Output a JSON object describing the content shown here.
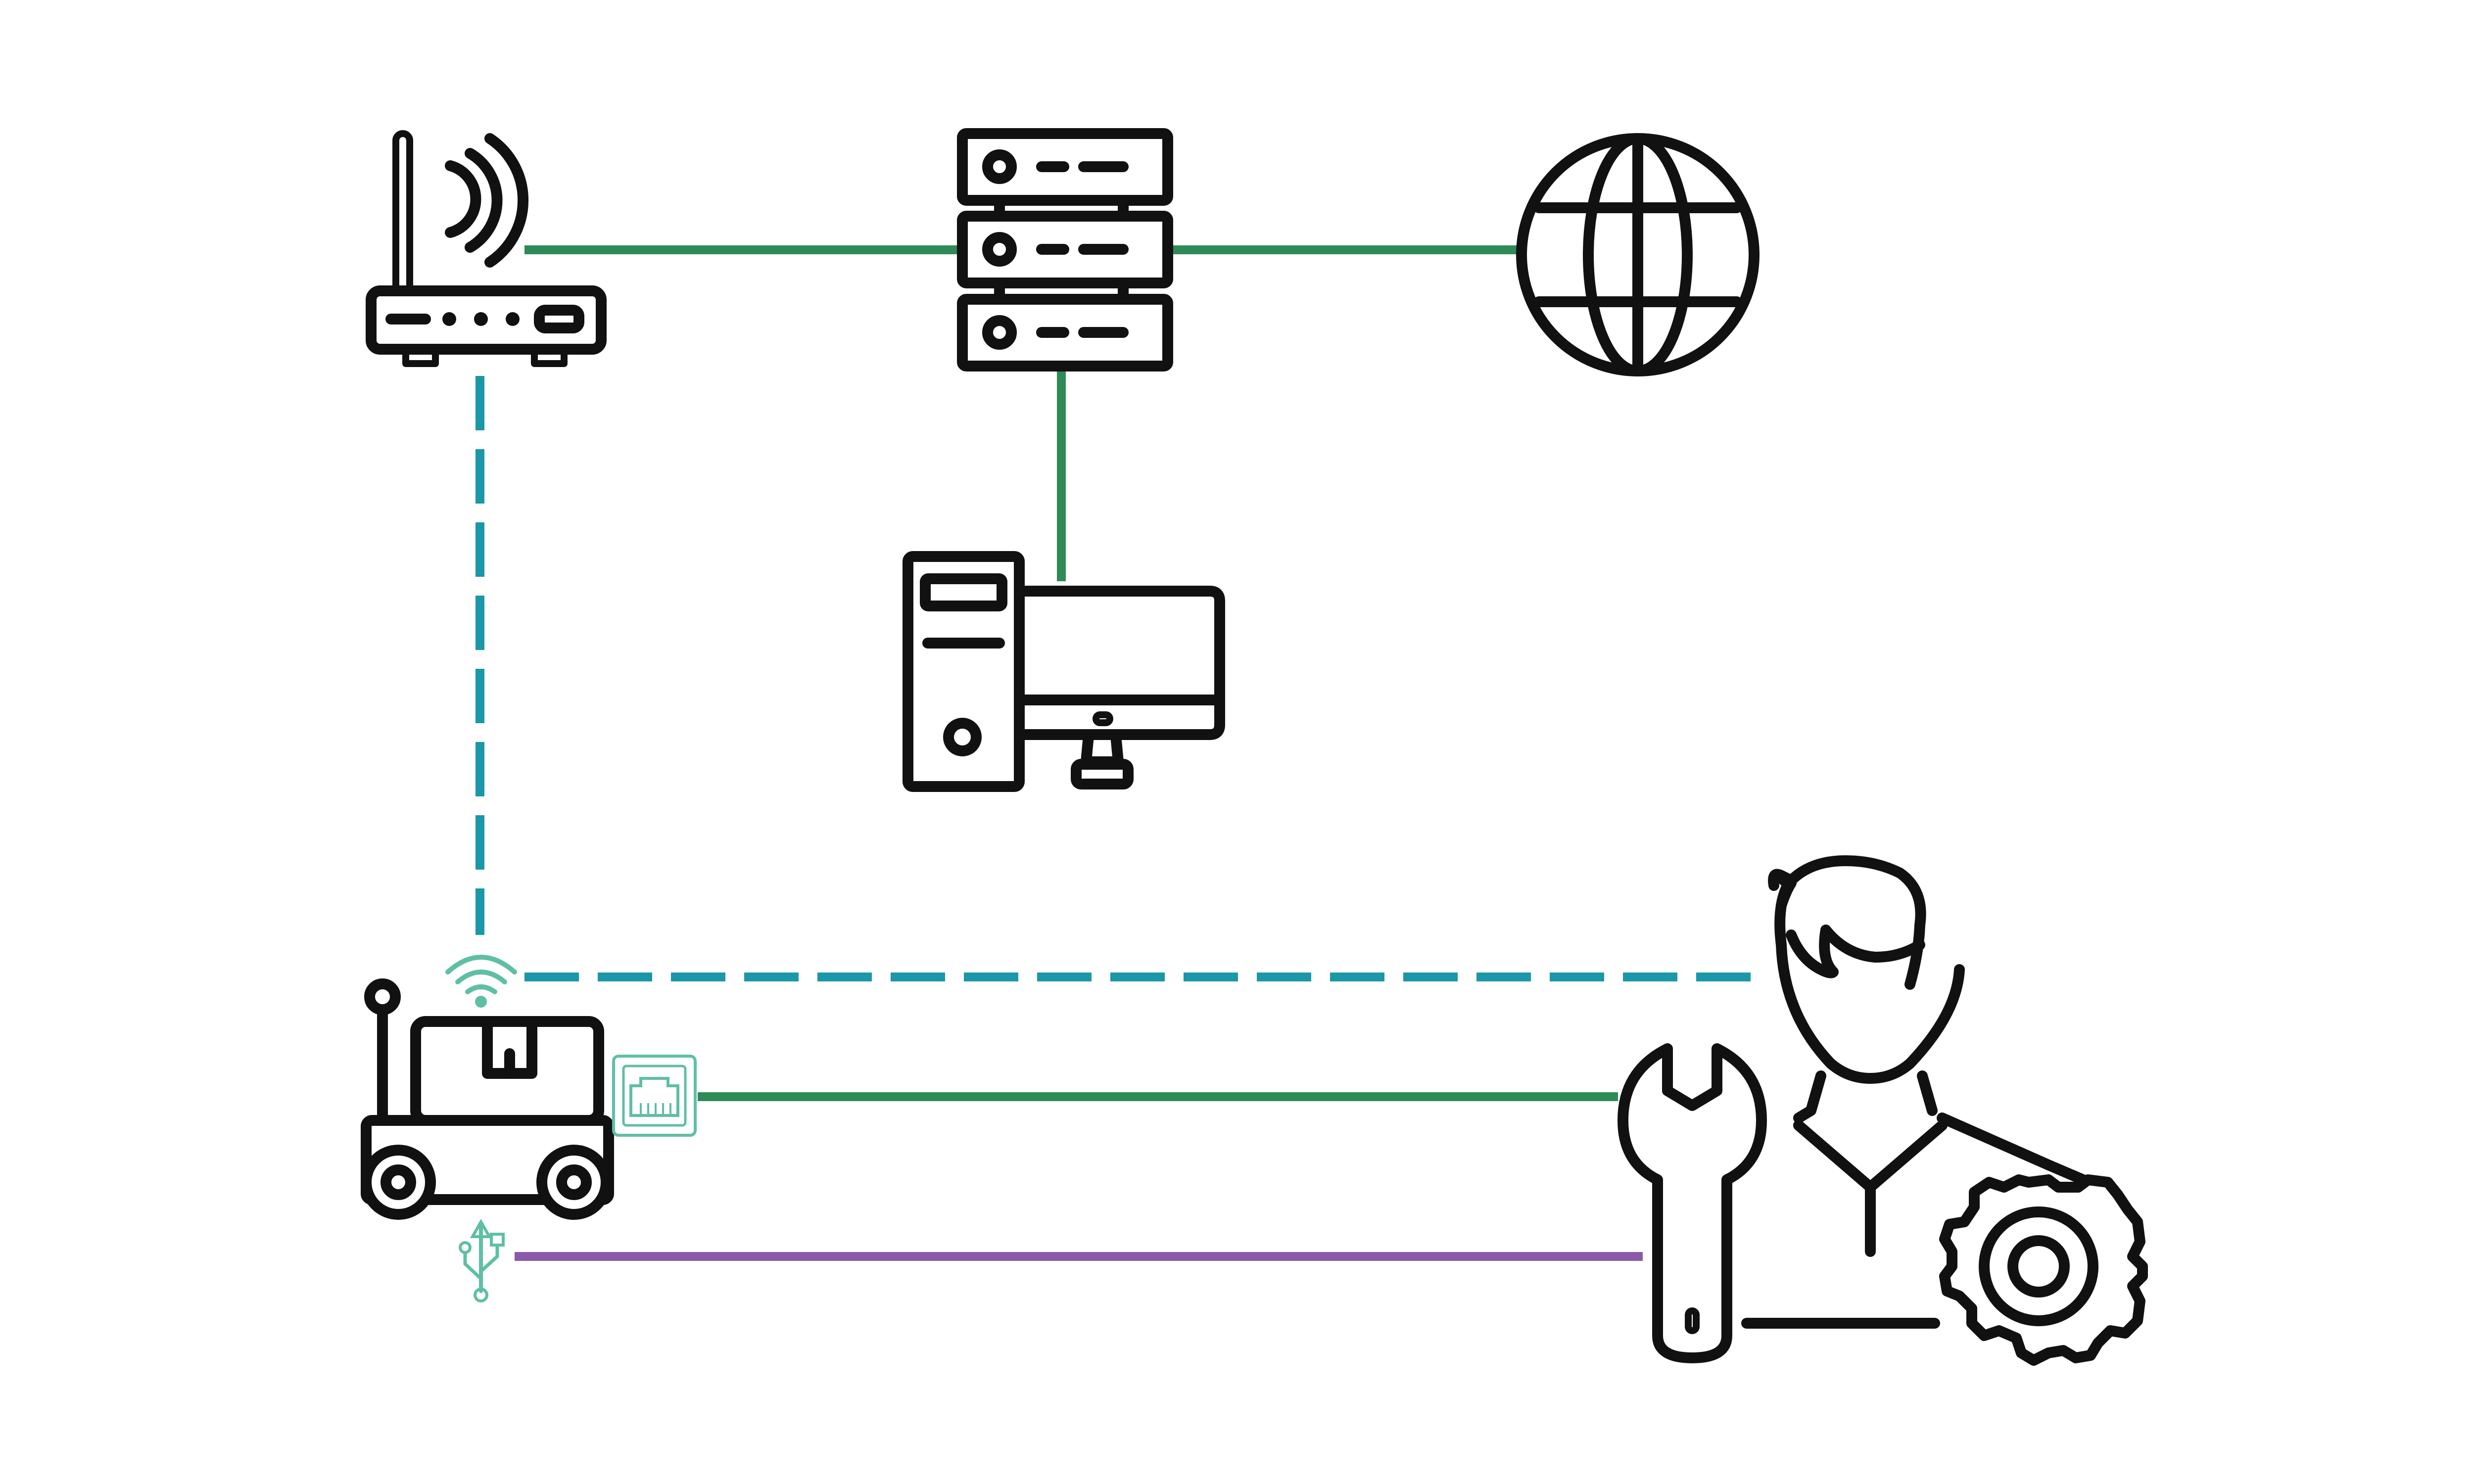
{
  "colors": {
    "ethernet": "#2e8b57",
    "wifi": "#1a97a8",
    "usb": "#8a5aa8",
    "icon_ink": "#111111",
    "port_accent": "#5fbfa5",
    "background": "#ffffff"
  },
  "nodes": [
    {
      "id": "router",
      "icon": "wifi-router-icon"
    },
    {
      "id": "server",
      "icon": "server-rack-icon"
    },
    {
      "id": "internet",
      "icon": "globe-icon"
    },
    {
      "id": "workstation",
      "icon": "desktop-computer-icon"
    },
    {
      "id": "robot",
      "icon": "delivery-robot-icon"
    },
    {
      "id": "engineer",
      "icon": "maintenance-engineer-icon"
    }
  ],
  "connections": [
    {
      "from": "router",
      "to": "server",
      "medium": "ethernet",
      "style": "solid"
    },
    {
      "from": "server",
      "to": "internet",
      "medium": "ethernet",
      "style": "solid"
    },
    {
      "from": "server",
      "to": "workstation",
      "medium": "ethernet",
      "style": "solid"
    },
    {
      "from": "router",
      "to": "robot",
      "medium": "wifi",
      "style": "dashed"
    },
    {
      "from": "robot",
      "to": "engineer",
      "medium": "wifi",
      "style": "dashed"
    },
    {
      "from": "robot",
      "to": "engineer",
      "medium": "ethernet",
      "style": "solid"
    },
    {
      "from": "robot",
      "to": "engineer",
      "medium": "usb",
      "style": "solid"
    }
  ],
  "port_icons": [
    "wifi-signal-icon",
    "ethernet-port-icon",
    "usb-icon"
  ]
}
